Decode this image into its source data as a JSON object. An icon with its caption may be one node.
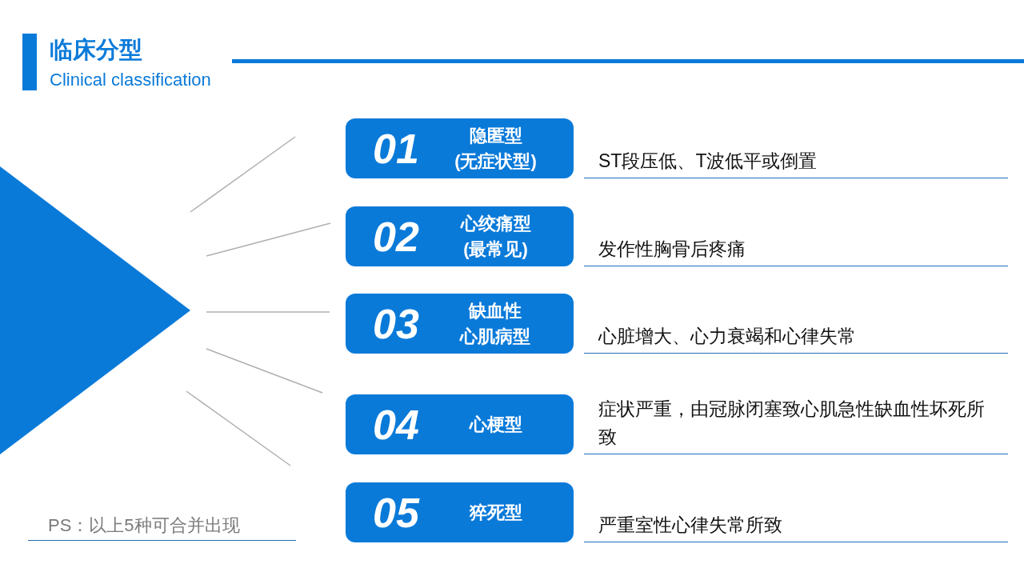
{
  "diagram": {
    "title": "临床分型",
    "nodes": [
      {
        "text": [
          "01",
          "隐匿型",
          "(无症状型)"
        ],
        "beside": [
          "ST段压低、T波低平或倒置"
        ]
      },
      {
        "text": [
          "02",
          "心绞痛型",
          "(最常见)"
        ],
        "beside": [
          "发作性胸骨后疼痛"
        ]
      },
      {
        "text": [
          "03",
          "缺血性心肌病型"
        ],
        "beside": [
          "心脏增大、心力衰竭和心律失常"
        ]
      },
      {
        "text": [
          "04",
          "心梗型"
        ],
        "beside": [
          "症状严重，由冠脉闭塞致心肌急性缺血性坏死所致"
        ]
      },
      {
        "text": [
          "05",
          "猝死型"
        ],
        "beside": [
          "严重室性心律失常所致"
        ]
      }
    ],
    "labels": [
      "Clinical classification",
      "PS：以上5种可合并出现"
    ]
  }
}
